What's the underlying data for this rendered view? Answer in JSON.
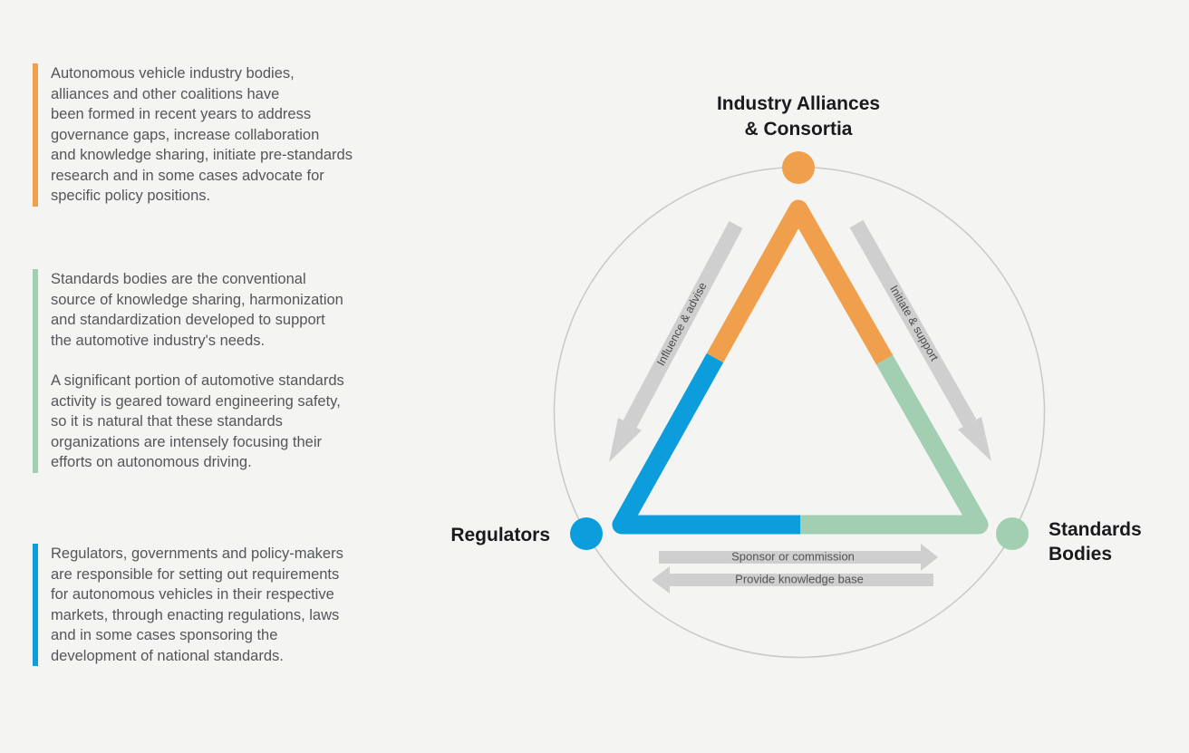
{
  "page": {
    "background": "#F4F4F3"
  },
  "colors": {
    "orange": "#F0A04C",
    "blue": "#0C9DDD",
    "green": "#A2CFB2",
    "arrow_gray": "#CFCFCF",
    "circle_stroke": "#C8C8C8",
    "heading_text": "#1A1A1E",
    "body_text": "#54565A"
  },
  "left_column": {
    "blocks": [
      {
        "accent": "orange",
        "text": "Autonomous vehicle industry bodies,\nalliances and other coalitions have\nbeen formed in recent years to address\ngovernance gaps, increase collaboration\nand knowledge sharing, initiate pre-standards\nresearch and in some cases advocate for\nspecific policy positions."
      },
      {
        "accent": "green",
        "text": "Standards bodies are the conventional\nsource of knowledge sharing, harmonization\nand standardization developed to support\nthe automotive industry's needs.",
        "text2": "A significant portion of automotive standards\nactivity is geared toward engineering safety,\nso it is natural that these standards\norganizations are intensely focusing their\nefforts on autonomous driving."
      },
      {
        "accent": "blue",
        "text": "Regulators, governments and policy-makers\nare responsible for setting out requirements\nfor autonomous vehicles in their respective\nmarkets, through enacting regulations, laws\nand in some cases sponsoring the\ndevelopment of national standards."
      }
    ]
  },
  "diagram": {
    "nodes": {
      "top": {
        "label": "Industry Alliances\n& Consortia",
        "color": "#F0A04C"
      },
      "left": {
        "label": "Regulators",
        "color": "#0C9DDD"
      },
      "right": {
        "label": "Standards\nBodies",
        "color": "#A2CFB2"
      }
    },
    "arrows": {
      "left_band_label": "Influence & advise",
      "right_band_label": "Initiate & support",
      "bottom_arrow1_label": "Sponsor or commission",
      "bottom_arrow2_label": "Provide knowledge base"
    }
  }
}
